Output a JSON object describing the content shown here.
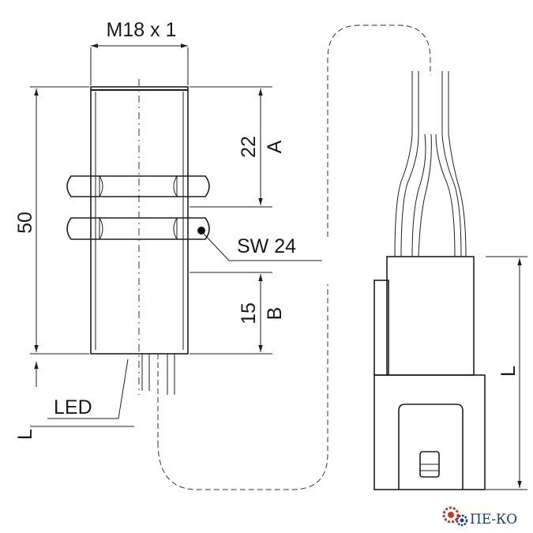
{
  "labels": {
    "thread": "M18 x 1",
    "length_total": "50",
    "dim_a_value": "22",
    "dim_a_letter": "A",
    "dim_b_value": "15",
    "dim_b_letter": "B",
    "wrench": "SW 24",
    "led": "LED",
    "l_left": "L",
    "l_right": "L"
  },
  "logo": {
    "text": "ПЕ-КО",
    "colors": {
      "gear": "#c0392b",
      "text": "#1a3e7a"
    }
  }
}
